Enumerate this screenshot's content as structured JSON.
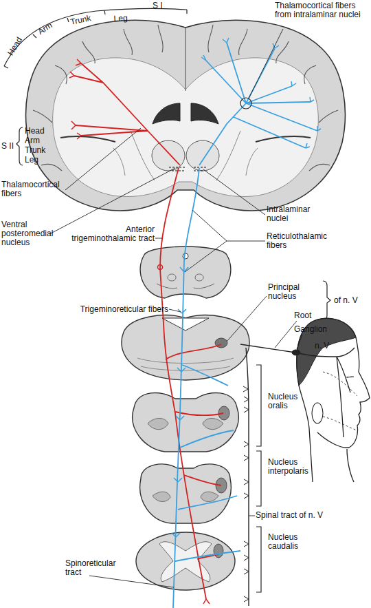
{
  "diagram": {
    "labels": [
      "S I",
      "Head",
      "Arm",
      "Trunk",
      "Leg",
      "Thalamocortical fibers from intralaminar nuclei",
      "S II",
      "Head",
      "Arm",
      "Trunk",
      "Leg",
      "Thalamocortical fibers",
      "Ventral posteromedial nucleus",
      "Intralaminar nuclei",
      "Anterior trigeminothalamic tract",
      "Reticulothalamic fibers",
      "Trigeminoreticular fibers",
      "Principal nucleus",
      "of n. V",
      "Root",
      "Ganglion",
      "n. V",
      "Nucleus oralis",
      "Nucleus interpolaris",
      "Spinal tract of n. V",
      "Nucleus caudalis",
      "Spinoreticular tract"
    ]
  }
}
